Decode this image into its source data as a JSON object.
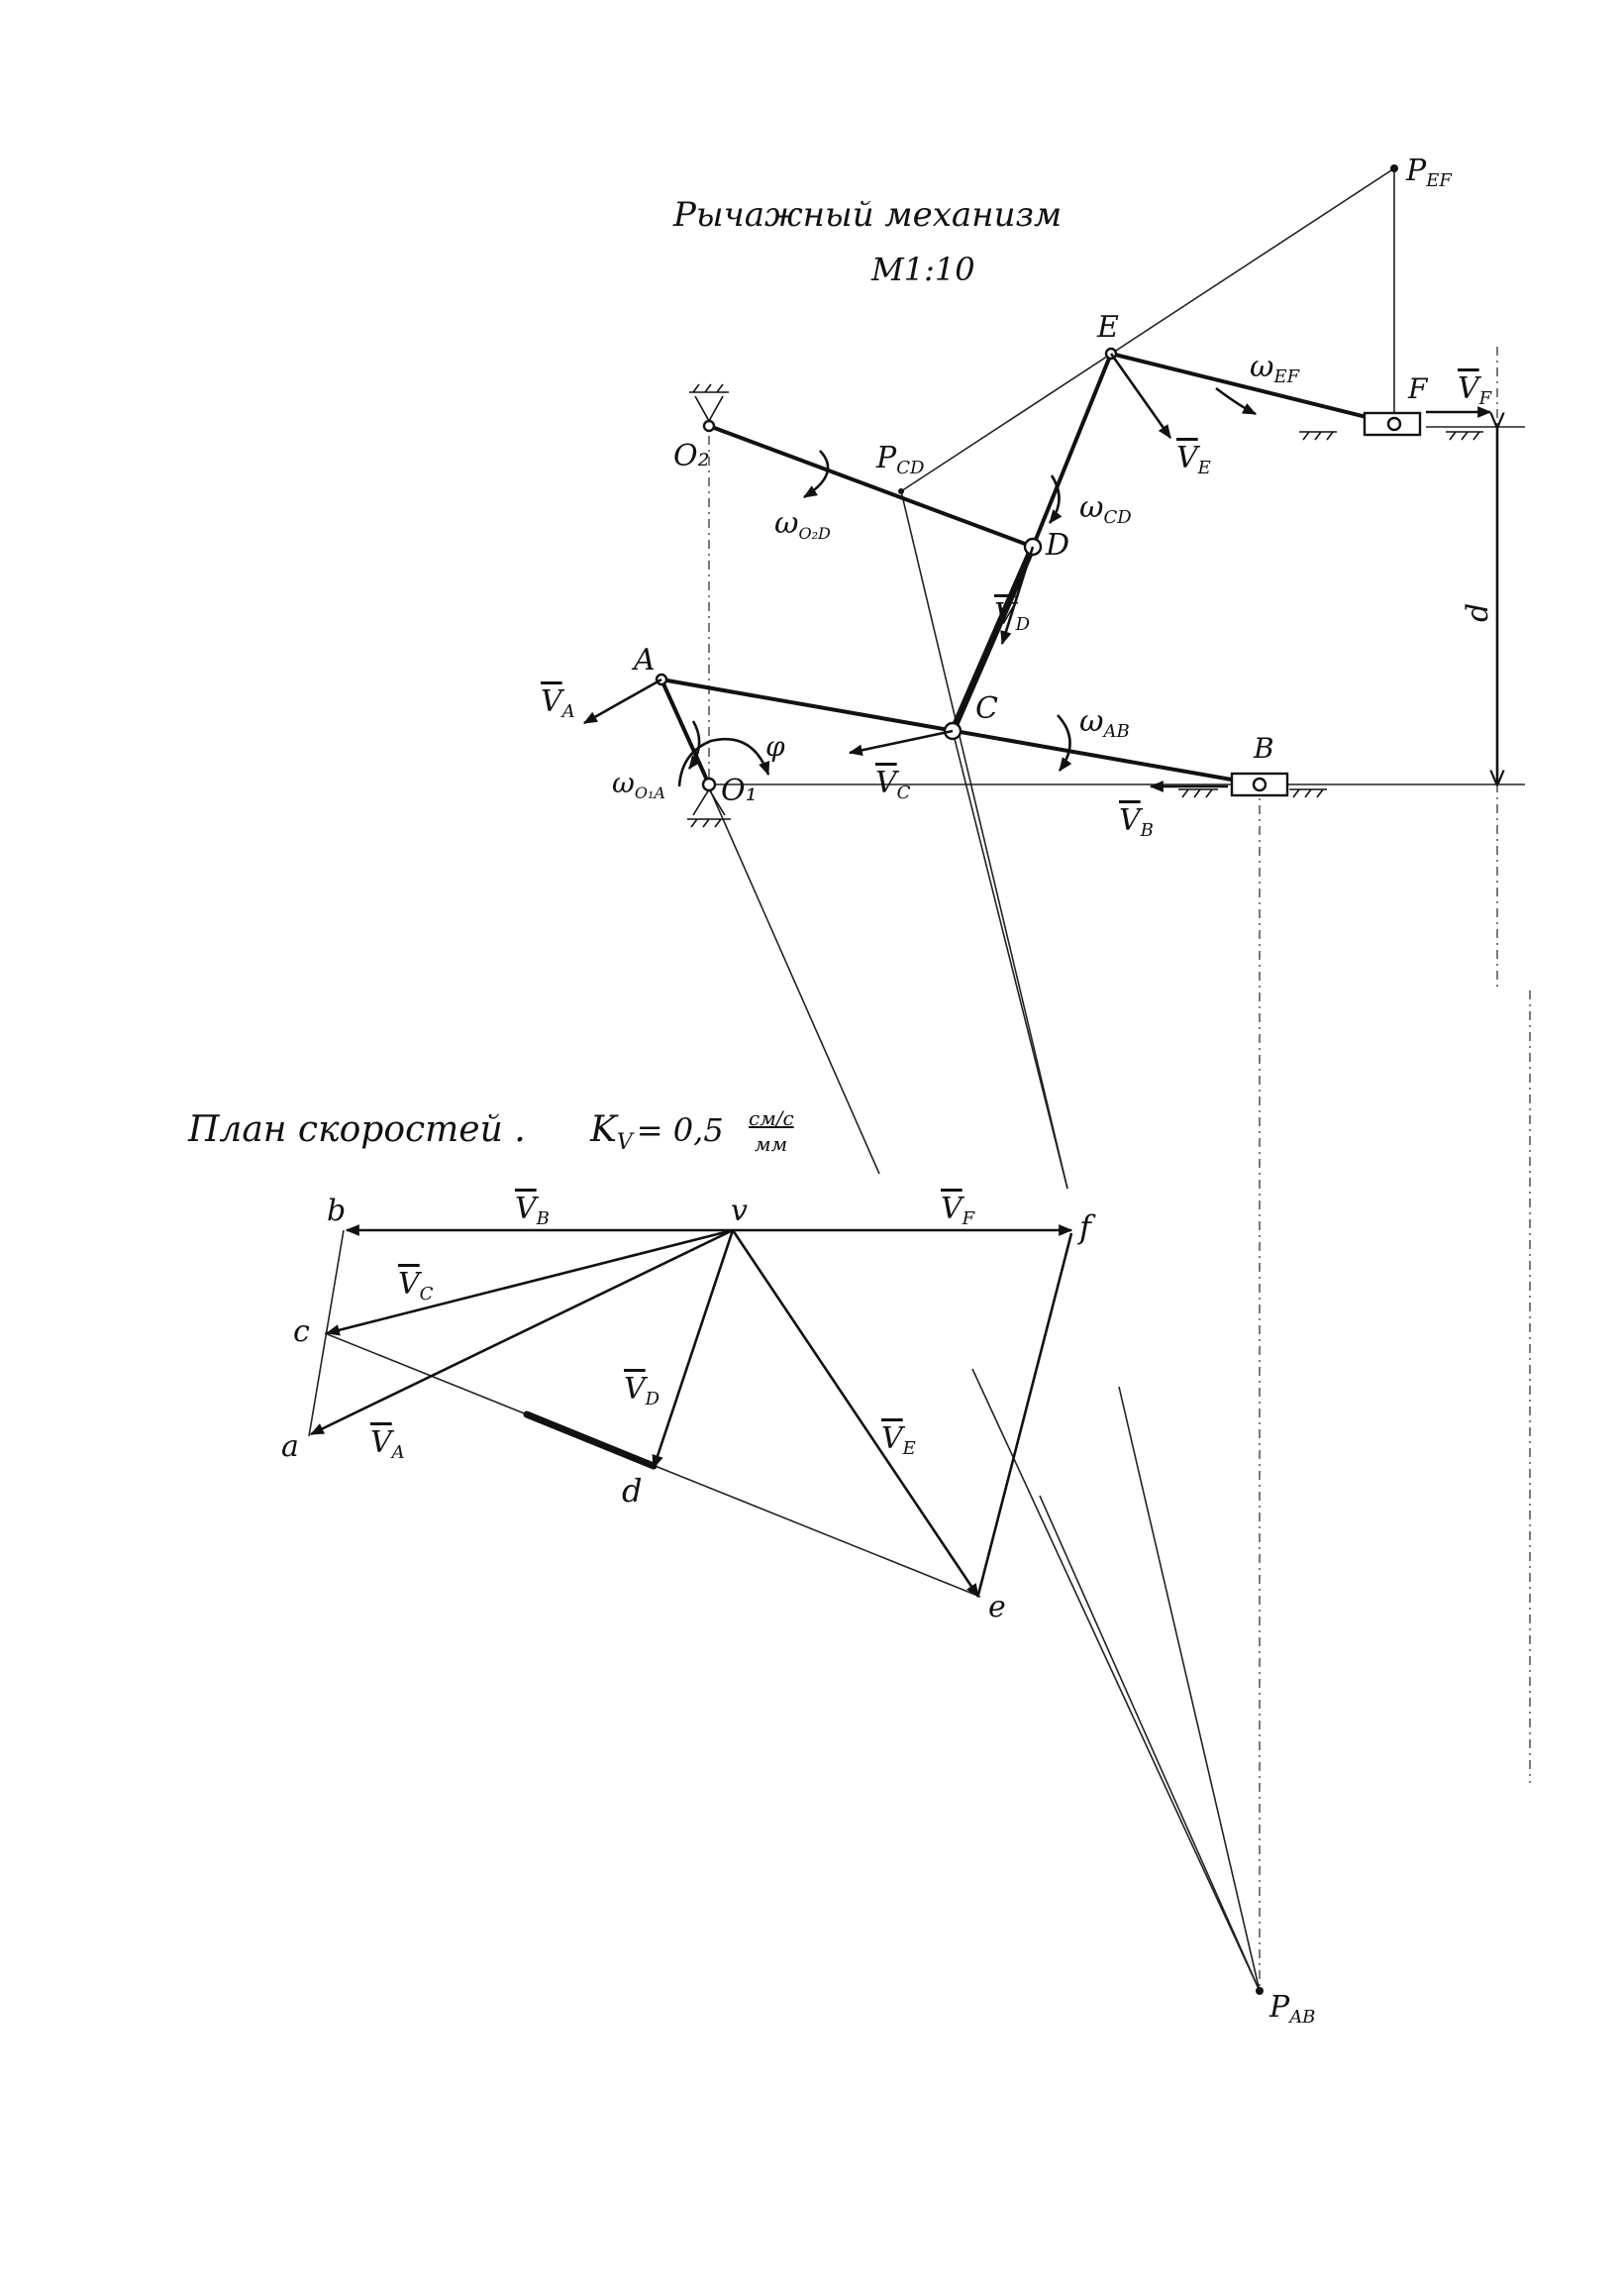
{
  "mechanism": {
    "title": "Рычажный механизм",
    "scale": "М1:10",
    "points": {
      "O1": "O₁",
      "O2": "O₂",
      "A": "A",
      "B": "B",
      "C": "C",
      "D": "D",
      "E": "E",
      "F": "F",
      "PCD": "P",
      "PCD_sub": "CD",
      "PEF": "P",
      "PEF_sub": "EF",
      "PAB": "P",
      "PAB_sub": "AB",
      "phi": "φ",
      "d": "d"
    },
    "velocities": {
      "VA": "V",
      "VA_sub": "A",
      "VB": "V",
      "VB_sub": "B",
      "VC": "V",
      "VC_sub": "C",
      "VD": "V",
      "VD_sub": "D",
      "VE": "V",
      "VE_sub": "E",
      "VF": "V",
      "VF_sub": "F"
    },
    "angular": {
      "w_O1A": "ω",
      "w_O1A_sub": "O₁A",
      "w_O2D": "ω",
      "w_O2D_sub": "O₂D",
      "w_CD": "ω",
      "w_CD_sub": "CD",
      "w_AB": "ω",
      "w_AB_sub": "AB",
      "w_EF": "ω",
      "w_EF_sub": "EF"
    }
  },
  "velocity_plan": {
    "title": "План скоростей .",
    "coefficient": "K",
    "coefficient_sub": "V",
    "coefficient_value": "= 0,5",
    "unit_num": "см/с",
    "unit_den": "мм",
    "points": {
      "v": "v",
      "b": "b",
      "c": "c",
      "a": "a",
      "d": "d",
      "e": "e",
      "f": "f"
    },
    "vectors": {
      "VB": "V",
      "VB_sub": "B",
      "VF": "V",
      "VF_sub": "F",
      "VC": "V",
      "VC_sub": "C",
      "VA": "V",
      "VA_sub": "A",
      "VD": "V",
      "VD_sub": "D",
      "VE": "V",
      "VE_sub": "E"
    }
  }
}
